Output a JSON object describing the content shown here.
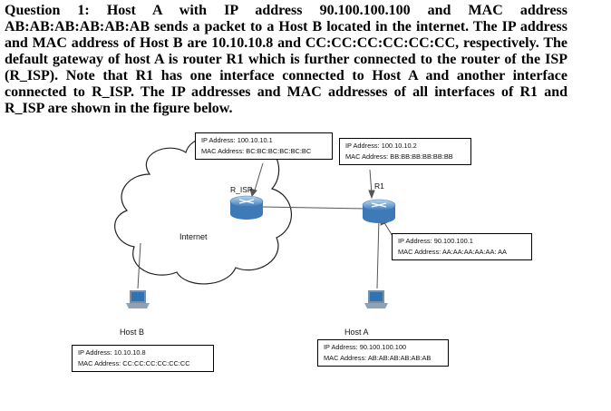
{
  "question": {
    "text": "Question 1: Host A with IP address 90.100.100.100 and MAC address AB:AB:AB:AB:AB:AB sends a packet to a Host B located in the internet. The IP address and MAC address of Host B are 10.10.10.8 and CC:CC:CC:CC:CC:CC, respectively. The default gateway of host A is router R1 which is further connected to the router of the ISP (R_ISP). Note that R1 has one interface connected to Host A and another interface connected to R_ISP. The IP addresses and MAC addresses of all interfaces of R1 and R_ISP are shown in the figure below."
  },
  "diagram": {
    "cloud_label": "Internet",
    "r_isp": {
      "label": "R_ISP",
      "ip": "IP Address: 100.10.10.1",
      "mac": "MAC Address: BC:BC:BC:BC:BC:BC"
    },
    "r1": {
      "label": "R1",
      "wan_ip": "IP Address: 100.10.10.2",
      "wan_mac": "MAC Address: BB:BB:BB:BB:BB:BB",
      "lan_ip": "IP Address: 90.100.100.1",
      "lan_mac": "MAC Address: AA:AA:AA:AA:AA: AA"
    },
    "host_a": {
      "label": "Host A",
      "ip": "IP Address: 90.100.100.100",
      "mac": "MAC Address: AB:AB:AB:AB:AB:AB"
    },
    "host_b": {
      "label": "Host B",
      "ip": "IP Address: 10.10.10.8",
      "mac": "MAC Address: CC:CC:CC:CC:CC:CC"
    },
    "colors": {
      "router_blue": "#4a86c5",
      "router_light": "#9cc3e6",
      "laptop_body": "#7a8fa3",
      "screen": "#2e74b5",
      "line": "#555555"
    }
  }
}
